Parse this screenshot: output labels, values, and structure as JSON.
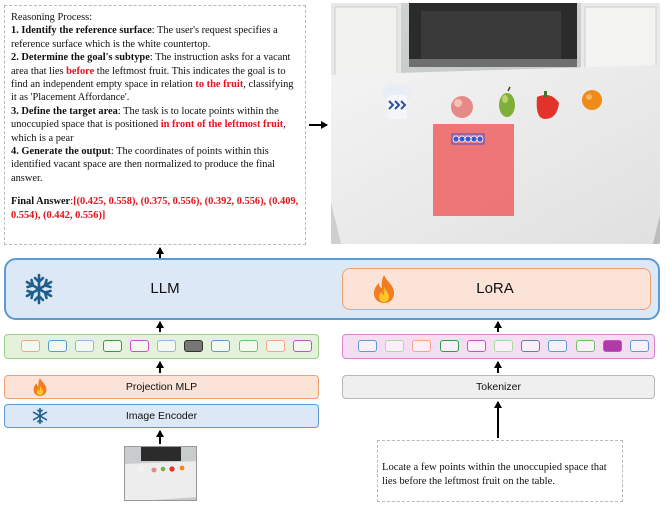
{
  "reasoning": {
    "heading": "Reasoning Process:",
    "steps": [
      {
        "title": "1.  Identify the reference surface",
        "text": ": The user's request specifies a reference surface which is the white countertop."
      },
      {
        "title": "2.  Determine the goal's subtype",
        "text_a": ": The instruction asks for a vacant area that lies ",
        "red_a": "before",
        "text_b": " the leftmost fruit. This indicates the goal is to find an independent empty space in relation ",
        "red_b": "to the fruit",
        "text_c": ", classifying it as 'Placement Affordance'."
      },
      {
        "title": "3.  Define the target area",
        "text_a": ": The task is to locate points within the unoccupied space that is positioned ",
        "red_a": "in front of the leftmost fruit",
        "text_b": ", which is a pear"
      },
      {
        "title": "4.  Generate the output",
        "text": ": The coordinates of points within this identified vacant space are then normalized to produce the final answer."
      }
    ],
    "final_label": "Final Answer",
    "final_sep": ":",
    "final_value": "[(0.425, 0.558), (0.375, 0.556), (0.392, 0.556), (0.409, 0.554), (0.442, 0.556)]"
  },
  "llm": {
    "label": "LLM",
    "frozen_icon": "snowflake-icon"
  },
  "lora": {
    "label": "LoRA",
    "trainable_icon": "fire-icon"
  },
  "projection": {
    "label": "Projection MLP",
    "icon": "fire-icon"
  },
  "encoder": {
    "label": "Image Encoder",
    "icon": "snowflake-icon"
  },
  "tokenizer": {
    "label": "Tokenizer"
  },
  "query": {
    "text": "Locate a few points within the unoccupied space that lies before the leftmost fruit on the table."
  },
  "colors": {
    "frozen_blue": "#5b9bd5",
    "trainable_orange": "#f0a070",
    "visual_tokens_green": "#9ccf84",
    "text_tokens_pink": "#d685cc",
    "highlight_red": "#e0141a",
    "target_region": "#ef6b6b"
  },
  "visual_tokens": [
    "#f4a58a",
    "#5b9bd5",
    "#8fb7e0",
    "#2e9e44",
    "#c94fcf",
    "#8fb7e0",
    "#333333",
    "#5b9bd5",
    "#6cc36a",
    "#f4a58a",
    "#c94fcf"
  ],
  "text_tokens": [
    "#5b9bd5",
    "#a5dca0",
    "#f4a58a",
    "#2e9e44",
    "#c94fcf",
    "#a5dca0",
    "#5b7fb0",
    "#5b9bd5",
    "#6cc36a",
    "#c94fcf",
    "#5b9bd5"
  ]
}
